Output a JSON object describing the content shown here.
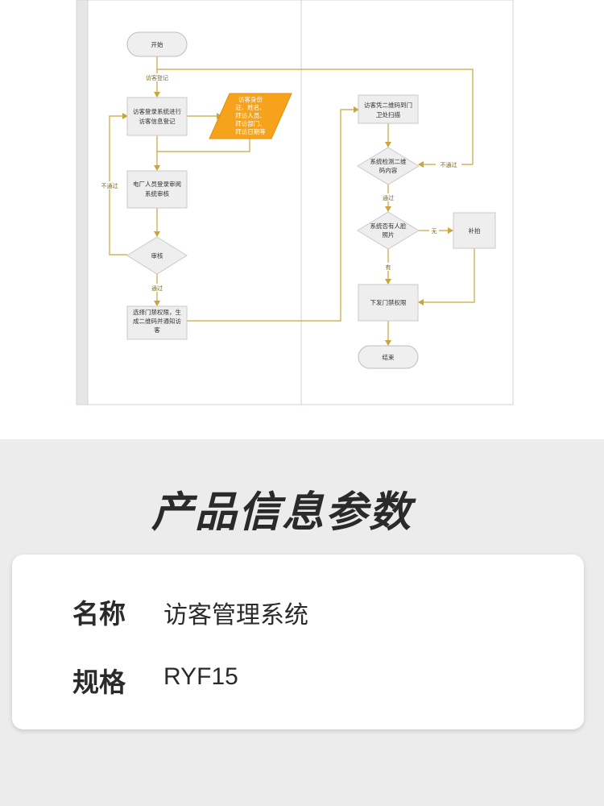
{
  "flowchart": {
    "nodes": {
      "start": "开始",
      "register": [
        "访客登录系统进行",
        "访客信息登记"
      ],
      "visitor_info": [
        "访客身份",
        "证、姓名、",
        "拜访人员、",
        "拜访部门、",
        "拜访日期等"
      ],
      "review_apply": [
        "电厂人员登录审阅",
        "系统审核"
      ],
      "review": "审核",
      "grant": [
        "选择门禁权限，生",
        "成二维码并通知访",
        "客"
      ],
      "scan": [
        "访客凭二维码到门",
        "卫处扫描"
      ],
      "check_qr": [
        "系统检测二维",
        "码内容"
      ],
      "face_check": [
        "系统否有人脸",
        "照片"
      ],
      "capture": "补拍",
      "issue": "下发门禁权限",
      "end": "结束"
    },
    "edge_labels": {
      "visitor_register": "访客登记",
      "reject_left": "不通过",
      "pass_review": "通过",
      "reject_right": "不通过",
      "pass_check": "通过",
      "no_photo": "无",
      "has_photo": "有"
    }
  },
  "info": {
    "title": "产品信息参数",
    "rows": [
      {
        "label": "名称",
        "value": "访客管理系统"
      },
      {
        "label": "规格",
        "value": "RYF15"
      }
    ]
  },
  "colors": {
    "connector": "#c9a53a",
    "data_node": "#f7a21b",
    "info_background": "#ececec"
  }
}
